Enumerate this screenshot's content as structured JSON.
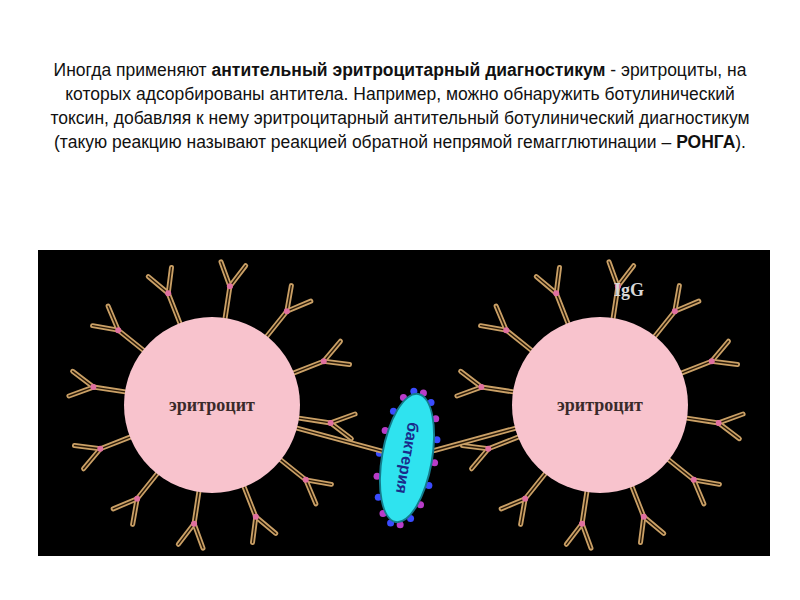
{
  "diagram": {
    "nodes": [
      {
        "text": [
          "эритроцит"
        ]
      },
      {
        "text": [
          "бактерия"
        ]
      },
      {
        "text": [
          "эритроцит"
        ]
      }
    ],
    "edges": [
      {
        "from": 0,
        "to": 1,
        "arrow": "none"
      },
      {
        "from": 2,
        "to": 1,
        "arrow": "none"
      }
    ],
    "labels": [
      "Иногда применяют",
      "антительный эритроцитарный диагностикум",
      "- эритроциты, на которых адсорбированы антитела. Например, можно обнаружить ботулинический токсин, добавляя к нему эритроцитарный антительный ботулинический диагностикум (такую реакцию называют реакцией обратной непрямой гемагглютинации –",
      "РОНГА",
      ").",
      "IgG"
    ]
  }
}
